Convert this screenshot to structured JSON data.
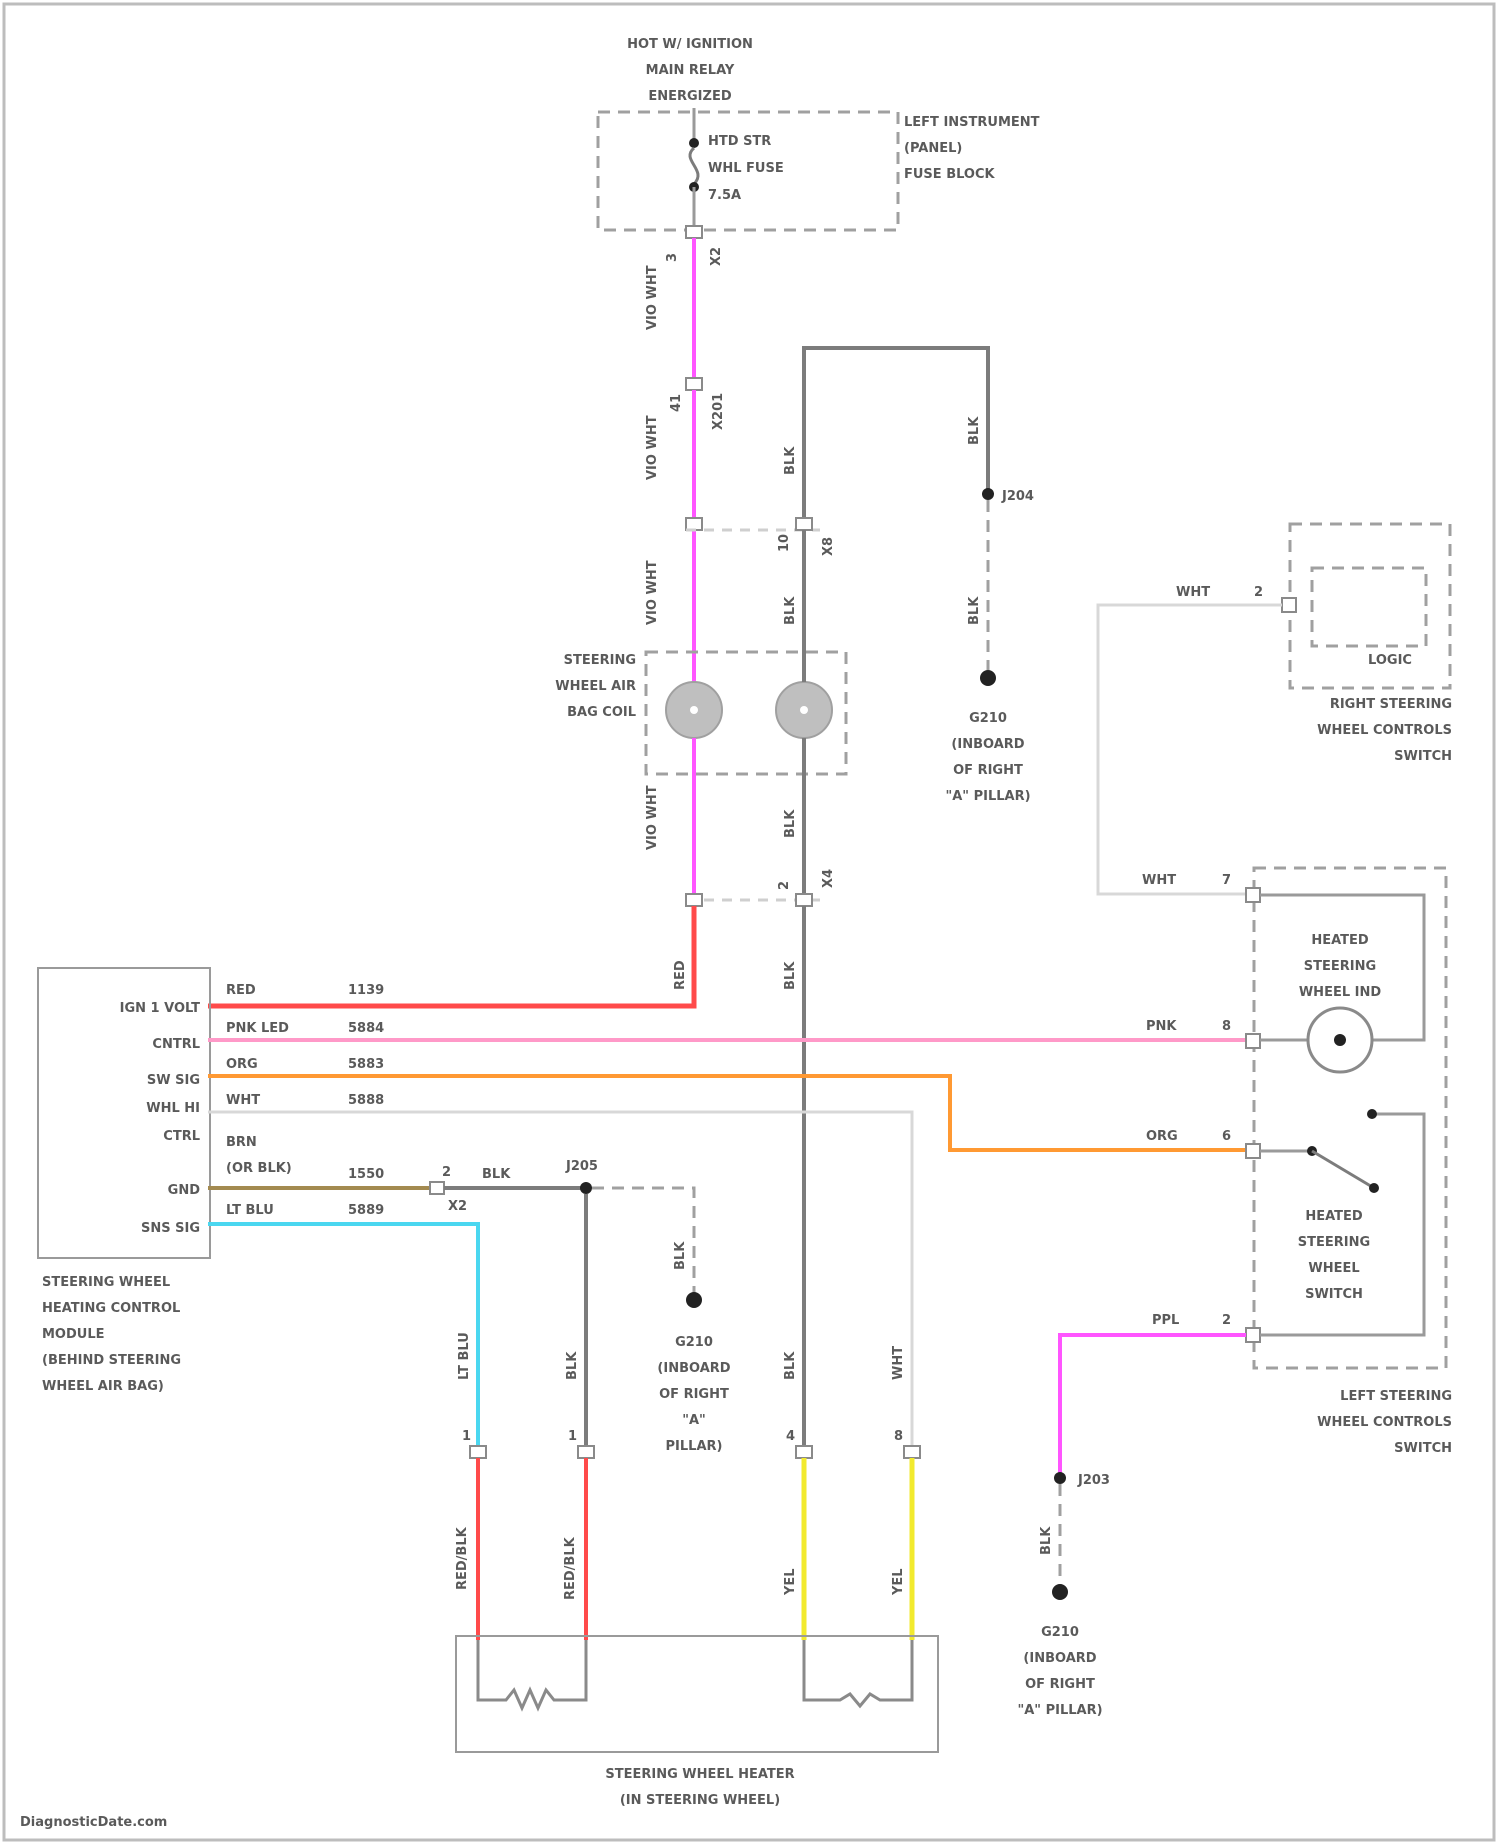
{
  "colors": {
    "red": "#ff4a4a",
    "pink": "#ff99c8",
    "magenta": "#ff55ff",
    "orange": "#ff9933",
    "light_blue": "#4ad7f0",
    "yellow": "#f2ea2e",
    "black_wire": "#7c7c7c",
    "white_wire": "#d8d8d8",
    "brown": "#a38a50"
  },
  "top": {
    "hot_label": [
      "HOT W/ IGNITION",
      "MAIN RELAY",
      "ENERGIZED"
    ],
    "fuse_lines": [
      "HTD STR",
      "WHL FUSE",
      "7.5A"
    ],
    "fuse_block": [
      "LEFT INSTRUMENT",
      "(PANEL)",
      "FUSE BLOCK"
    ]
  },
  "pins": {
    "fb_3": "3",
    "fb_x2": "X2",
    "c_41": "41",
    "c_x201": "X201",
    "c_10": "10",
    "c_x8": "X8",
    "c_2": "2",
    "c_x4": "X4",
    "mod_2": "2",
    "mod_x2": "X2",
    "h_1a": "1",
    "h_1b": "1",
    "h_4": "4",
    "h_8": "8",
    "r_2": "2",
    "l_7": "7",
    "l_8": "8",
    "l_6": "6",
    "l_2": "2"
  },
  "wires": {
    "vio_wht": "VIO/\nWHT",
    "vio_wht_1": "VIO\nWHT",
    "vio_wht_2": "VIO\nWHT",
    "vio_wht_3": "VIO\nWHT",
    "vio_wht_4": "VIO\nWHT",
    "blk_top": "BLK",
    "blk_1": "BLK",
    "blk_2": "BLK",
    "blk_3": "BLK",
    "blk_4": "BLK",
    "blk_5": "BLK",
    "blk_g1": "BLK",
    "blk_g2": "BLK",
    "blk_g3": "BLK",
    "red_v": "RED",
    "ltblu_v": "LT BLU",
    "blk_low": "BLK",
    "blk_h": "BLK",
    "wht_low": "WHT",
    "redblk_1": "RED/BLK",
    "redblk_2": "RED/BLK",
    "yel_1": "YEL",
    "yel_2": "YEL",
    "wht_r": "WHT",
    "wht_l": "WHT",
    "pnk_r": "PNK",
    "org_r": "ORG",
    "ppl_r": "PPL"
  },
  "module_rows": [
    {
      "pin": "IGN 1 VOLT",
      "color": "RED",
      "circuit": "1139"
    },
    {
      "pin": "CNTRL",
      "color": "PNK LED",
      "circuit": "5884"
    },
    {
      "pin": "SW SIG",
      "color": "ORG",
      "circuit": "5883"
    },
    {
      "pin": "WHL HI",
      "color": "WHT",
      "circuit": "5888"
    },
    {
      "pin": "CTRL",
      "color": "BRN",
      "circuit": ""
    },
    {
      "pin": "GND",
      "color": "(OR BLK)",
      "circuit": "1550"
    },
    {
      "pin": "SNS SIG",
      "color": "LT BLU",
      "circuit": "5889"
    }
  ],
  "splices": {
    "j204": "J204",
    "j205": "J205",
    "j203": "J203"
  },
  "components": {
    "air_bag_coil": [
      "STEERING",
      "WHEEL AIR",
      "BAG COIL"
    ],
    "module": [
      "STEERING WHEEL",
      "HEATING CONTROL",
      "MODULE",
      "(BEHIND STEERING",
      "WHEEL AIR BAG)"
    ],
    "right_switch": [
      "RIGHT STEERING",
      "WHEEL CONTROLS",
      "SWITCH"
    ],
    "logic": "LOGIC",
    "heated_ind": [
      "HEATED",
      "STEERING",
      "WHEEL IND"
    ],
    "heated_switch": [
      "HEATED",
      "STEERING",
      "WHEEL",
      "SWITCH"
    ],
    "left_switch": [
      "LEFT STEERING",
      "WHEEL CONTROLS",
      "SWITCH"
    ],
    "heater": [
      "STEERING WHEEL HEATER",
      "(IN STEERING WHEEL)"
    ]
  },
  "grounds": {
    "g1": [
      "G210",
      "(INBOARD",
      "OF RIGHT",
      "\"A\" PILLAR)"
    ],
    "g2": [
      "G210",
      "(INBOARD",
      "OF RIGHT",
      "\"A\"",
      "PILLAR)"
    ],
    "g3": [
      "G210",
      "(INBOARD",
      "OF RIGHT",
      "\"A\" PILLAR)"
    ]
  },
  "watermark": "DiagnosticDate.com"
}
